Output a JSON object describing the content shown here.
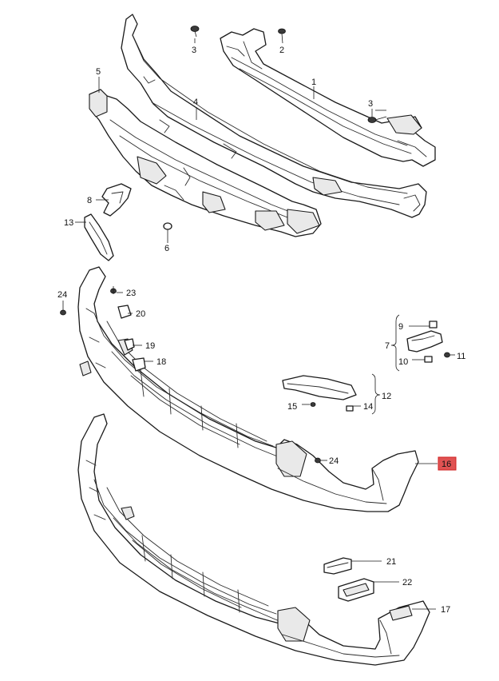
{
  "highlight_color": "#e05252",
  "callouts": [
    {
      "id": "1",
      "label": "1"
    },
    {
      "id": "2",
      "label": "2"
    },
    {
      "id": "3a",
      "label": "3"
    },
    {
      "id": "3b",
      "label": "3"
    },
    {
      "id": "4",
      "label": "4"
    },
    {
      "id": "5",
      "label": "5"
    },
    {
      "id": "6",
      "label": "6"
    },
    {
      "id": "7",
      "label": "7"
    },
    {
      "id": "8",
      "label": "8"
    },
    {
      "id": "9",
      "label": "9"
    },
    {
      "id": "10",
      "label": "10"
    },
    {
      "id": "11",
      "label": "11"
    },
    {
      "id": "12",
      "label": "12"
    },
    {
      "id": "13",
      "label": "13"
    },
    {
      "id": "14",
      "label": "14"
    },
    {
      "id": "15",
      "label": "15"
    },
    {
      "id": "16",
      "label": "16",
      "highlighted": true
    },
    {
      "id": "17",
      "label": "17"
    },
    {
      "id": "18",
      "label": "18"
    },
    {
      "id": "19",
      "label": "19"
    },
    {
      "id": "20",
      "label": "20"
    },
    {
      "id": "21",
      "label": "21"
    },
    {
      "id": "22",
      "label": "22"
    },
    {
      "id": "23",
      "label": "23"
    },
    {
      "id": "24a",
      "label": "24"
    },
    {
      "id": "24b",
      "label": "24"
    }
  ]
}
